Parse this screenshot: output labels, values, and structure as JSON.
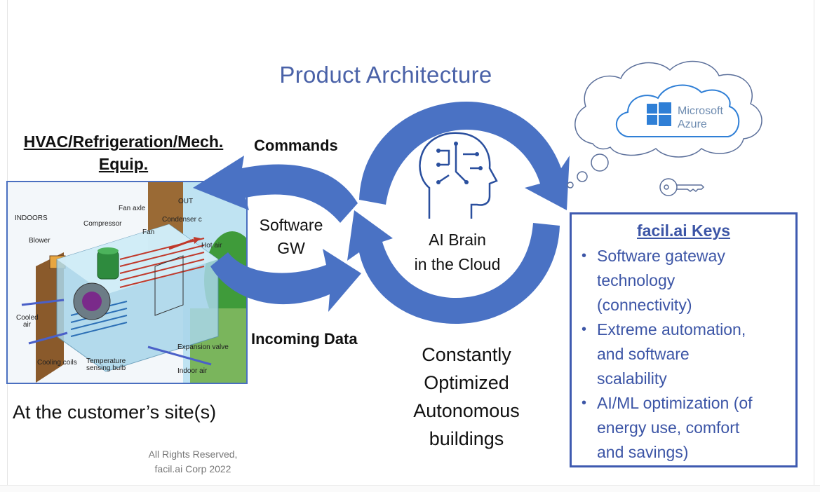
{
  "title": "Product Architecture",
  "hvac": {
    "title_line1": "HVAC/Refrigeration/Mech.",
    "title_line2": "Equip.",
    "illustration_labels": {
      "indoors": "INDOORS",
      "outdoors": "OUT",
      "fan_axle": "Fan axle",
      "compressor": "Compressor",
      "condenser": "Condenser c",
      "fan": "Fan",
      "blower": "Blower",
      "hot_air": "Hot air",
      "cooled_air_1": "Cooled",
      "cooled_air_2": "air",
      "cooling_coils": "Cooling coils",
      "temp_bulb_1": "Temperature",
      "temp_bulb_2": "sensing bulb",
      "expansion_valve": "Expansion valve",
      "indoor_air": "Indoor air"
    },
    "site_caption": "At the customer’s site(s)"
  },
  "copyright": {
    "line1": "All Rights Reserved,",
    "line2": "facil.ai Corp 2022"
  },
  "flow": {
    "commands": "Commands",
    "incoming": "Incoming Data",
    "gateway_line1": "Software",
    "gateway_line2": "GW",
    "brain_line1": "AI Brain",
    "brain_line2": "in the Cloud",
    "outcome_line1": "Constantly",
    "outcome_line2": "Optimized",
    "outcome_line3": "Autonomous",
    "outcome_line4": "buildings"
  },
  "cloud": {
    "brand_line1": "Microsoft",
    "brand_line2": "Azure",
    "icon": "windows-logo-icon",
    "key_icon": "key-icon"
  },
  "keys": {
    "title": "facil.ai Keys",
    "items": [
      {
        "line1": "Software gateway",
        "line2": "technology",
        "line3": "(connectivity)"
      },
      {
        "line1": "Extreme automation,",
        "line2": "and software",
        "line3": "scalability"
      },
      {
        "line1": "AI/ML optimization (of",
        "line2": "energy use, comfort",
        "line3": "and savings)"
      }
    ]
  },
  "colors": {
    "title": "#4a62a8",
    "arrow": "#4a72c4",
    "keys": "#3c55a6",
    "azure": "#2f7fd6"
  }
}
